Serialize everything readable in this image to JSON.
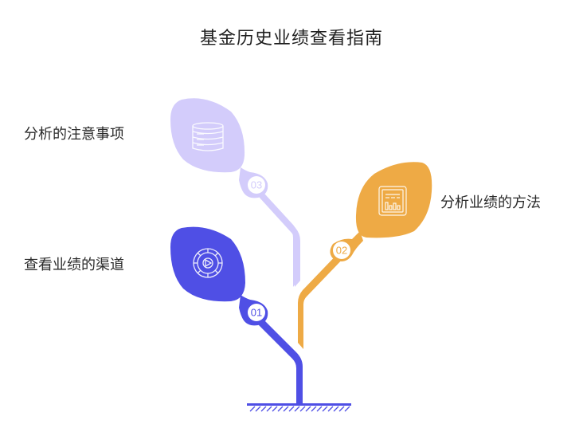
{
  "title": "基金历史业绩查看指南",
  "colors": {
    "step1": "#4F4FE5",
    "step2": "#EEAA45",
    "step3": "#D3CCFB",
    "ground": "#4F4FE5",
    "text": "#2b2b2b",
    "background": "#ffffff"
  },
  "steps": [
    {
      "number": "01",
      "label": "查看业绩的渠道",
      "icon": "compass-dial-icon"
    },
    {
      "number": "02",
      "label": "分析业绩的方法",
      "icon": "report-chart-icon"
    },
    {
      "number": "03",
      "label": "分析的注意事项",
      "icon": "database-icon"
    }
  ]
}
